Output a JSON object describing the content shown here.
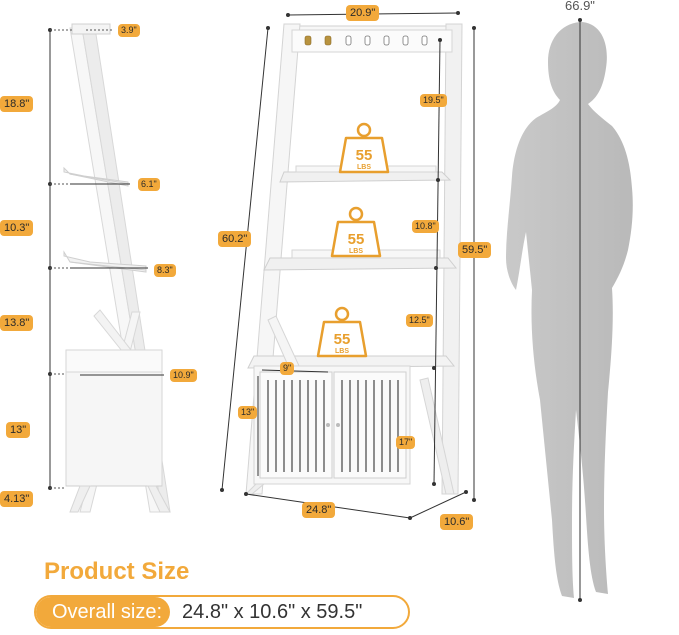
{
  "person_height": "66.9\"",
  "side_view": {
    "top_depth": "3.9\"",
    "seg1": "18.8\"",
    "shelf1_depth": "6.1\"",
    "seg2": "10.3\"",
    "shelf2_depth": "8.3\"",
    "seg3": "13.8\"",
    "cabinet_depth": "10.9\"",
    "seg4": "13\"",
    "seg5": "4.13\""
  },
  "front_view": {
    "top_width": "20.9\"",
    "upper_gap": "19.5\"",
    "total_length": "60.2\"",
    "middle_gap": "10.8\"",
    "overall_height": "59.5\"",
    "lower_gap": "12.5\"",
    "door_width": "9\"",
    "door_height": "13\"",
    "cabinet_height": "17\"",
    "base_width": "24.8\"",
    "base_depth": "10.6\""
  },
  "weight_badges": [
    {
      "value": "55",
      "unit": "LBS"
    },
    {
      "value": "55",
      "unit": "LBS"
    },
    {
      "value": "55",
      "unit": "LBS"
    }
  ],
  "product_size_title": "Product Size",
  "overall": {
    "label": "Overall size:",
    "value": "24.8\" x 10.6\" x 59.5\""
  }
}
